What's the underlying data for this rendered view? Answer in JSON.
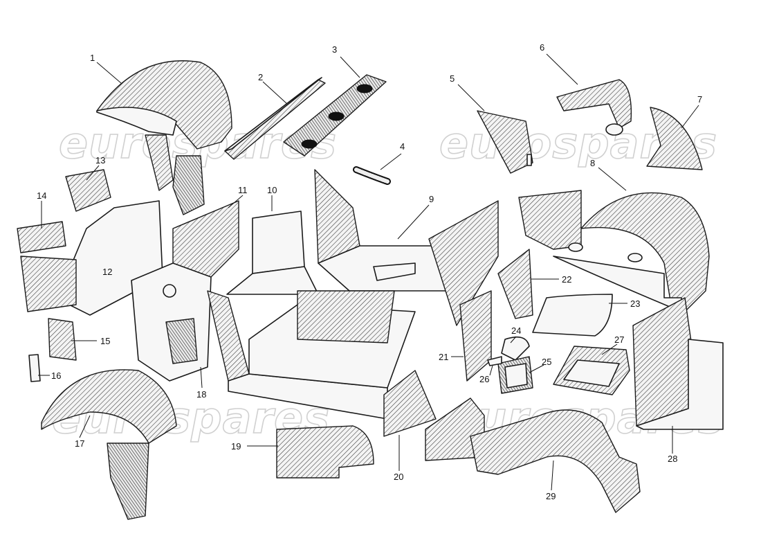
{
  "watermark": {
    "text": "eurospares"
  },
  "callouts": [
    {
      "id": "1",
      "text": "1"
    },
    {
      "id": "2",
      "text": "2"
    },
    {
      "id": "3",
      "text": "3"
    },
    {
      "id": "4",
      "text": "4"
    },
    {
      "id": "5",
      "text": "5"
    },
    {
      "id": "6",
      "text": "6"
    },
    {
      "id": "7",
      "text": "7"
    },
    {
      "id": "8",
      "text": "8"
    },
    {
      "id": "9",
      "text": "9"
    },
    {
      "id": "10",
      "text": "10"
    },
    {
      "id": "11",
      "text": "11"
    },
    {
      "id": "12",
      "text": "12"
    },
    {
      "id": "13",
      "text": "13"
    },
    {
      "id": "14",
      "text": "14"
    },
    {
      "id": "15",
      "text": "15"
    },
    {
      "id": "16",
      "text": "16"
    },
    {
      "id": "17",
      "text": "17"
    },
    {
      "id": "18",
      "text": "18"
    },
    {
      "id": "19",
      "text": "19"
    },
    {
      "id": "20",
      "text": "20"
    },
    {
      "id": "21",
      "text": "21"
    },
    {
      "id": "22",
      "text": "22"
    },
    {
      "id": "23",
      "text": "23"
    },
    {
      "id": "24",
      "text": "24"
    },
    {
      "id": "25",
      "text": "25"
    },
    {
      "id": "26",
      "text": "26"
    },
    {
      "id": "27",
      "text": "27"
    },
    {
      "id": "28",
      "text": "28"
    },
    {
      "id": "29",
      "text": "29"
    }
  ]
}
